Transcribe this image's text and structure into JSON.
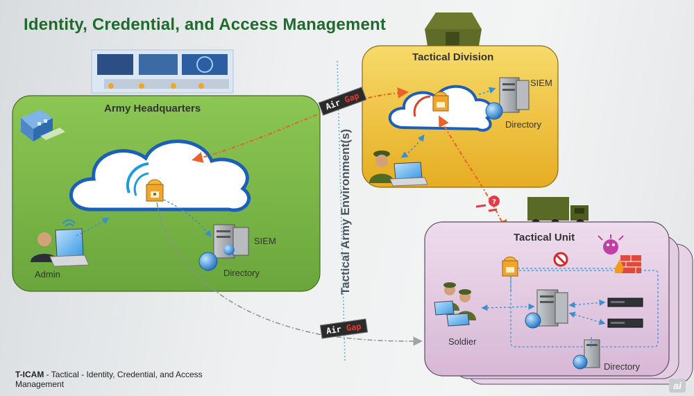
{
  "title": "Identity, Credential, and Access Management",
  "headquarters": {
    "label": "Army Headquarters",
    "admin": "Admin",
    "siem": "SIEM",
    "directory": "Directory"
  },
  "division": {
    "label": "Tactical Division",
    "siem": "SIEM",
    "directory": "Directory"
  },
  "unit": {
    "label": "Tactical Unit",
    "soldier": "Soldier",
    "directory": "Directory"
  },
  "vertical_label": "Tactical Army Environment(s)",
  "air_gap": {
    "part1": "Air",
    "part2": "Gap"
  },
  "footer": {
    "acronym": "T-ICAM",
    "text": " - Tactical - Identity, Credential, and Access Management"
  },
  "watermark": "ai",
  "colors": {
    "title": "#1f6b2c",
    "hq_fill": "#7db94a",
    "division_fill": "#f0c23c",
    "unit_fill": "#ddc3dc",
    "cloud": "#1c5fb8",
    "orange_link": "#e8622a",
    "blue_link": "#3a8fd0",
    "gray_link": "#8a8f94"
  }
}
